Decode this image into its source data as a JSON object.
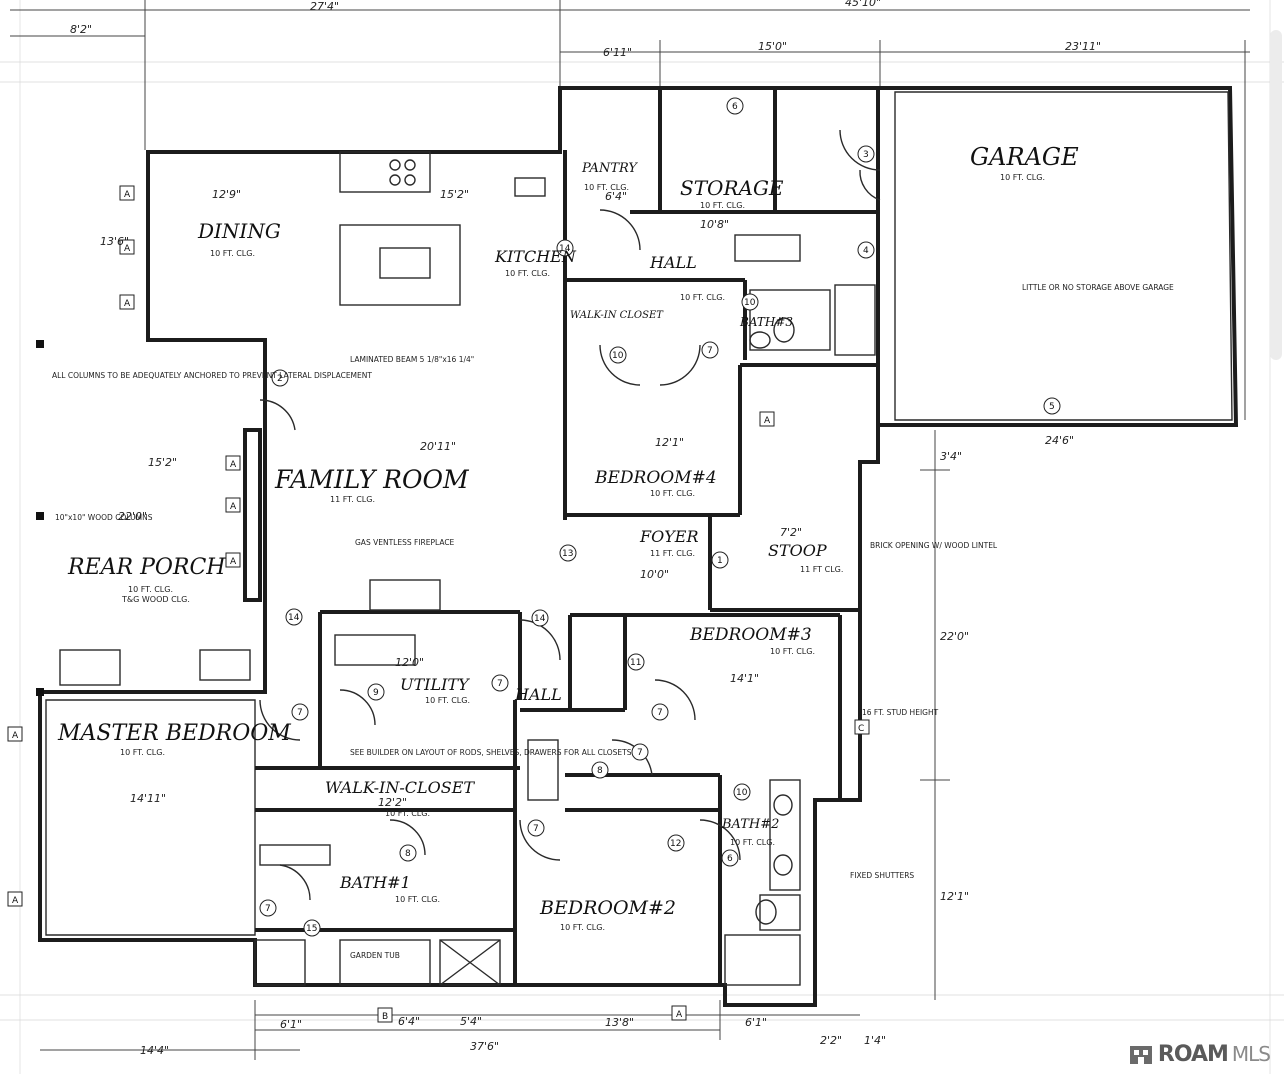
{
  "rooms": {
    "garage": {
      "name": "GARAGE",
      "clg": "10 FT. CLG."
    },
    "storage": {
      "name": "STORAGE",
      "clg": "10 FT. CLG."
    },
    "pantry": {
      "name": "PANTRY",
      "clg": "10 FT. CLG.",
      "dim": "6'4\""
    },
    "dining": {
      "name": "DINING",
      "clg": "10 FT. CLG.",
      "dim": "12'9\""
    },
    "kitchen": {
      "name": "KITCHEN",
      "clg": "10 FT. CLG.",
      "dim": "15'2\""
    },
    "hall_top": {
      "name": "HALL",
      "clg": "10 FT. CLG.",
      "dim": "10'8\""
    },
    "walk_closet_top": {
      "name": "WALK-IN CLOSET"
    },
    "bath3": {
      "name": "BATH#3"
    },
    "bedroom4": {
      "name": "BEDROOM#4",
      "clg": "10 FT. CLG.",
      "dim": "12'1\""
    },
    "family": {
      "name": "FAMILY ROOM",
      "clg": "11 FT. CLG.",
      "dim": "20'11\""
    },
    "rear_porch": {
      "name": "REAR PORCH",
      "clg": "10 FT. CLG.",
      "clg2": "T&G WOOD CLG.",
      "dim": "15'2\""
    },
    "foyer": {
      "name": "FOYER",
      "clg": "11 FT. CLG.",
      "dim": "10'0\""
    },
    "stoop": {
      "name": "STOOP",
      "clg": "11 FT CLG.",
      "dim": "7'2\""
    },
    "bedroom3": {
      "name": "BEDROOM#3",
      "clg": "10 FT. CLG.",
      "dim": "14'1\""
    },
    "utility": {
      "name": "UTILITY",
      "clg": "10 FT. CLG.",
      "dim": "12'0\""
    },
    "hall_mid": {
      "name": "HALL"
    },
    "master": {
      "name": "MASTER BEDROOM",
      "clg": "10 FT. CLG.",
      "dim": "14'11\""
    },
    "walkin": {
      "name": "WALK-IN-CLOSET",
      "clg": "10 FT. CLG.",
      "dim": "12'2\""
    },
    "bath1": {
      "name": "BATH#1",
      "clg": "10 FT. CLG."
    },
    "bath2": {
      "name": "BATH#2",
      "clg": "10 FT. CLG."
    },
    "bedroom2": {
      "name": "BEDROOM#2",
      "clg": "10 FT. CLG.",
      "dim": "13'8\""
    }
  },
  "dimensions": {
    "top_left": "8'2\"",
    "top_a": "27'4\"",
    "top_b": "45'10\"",
    "top_c": "6'11\"",
    "top_d": "15'0\"",
    "top_e": "23'11\"",
    "garage_width": "24'6\"",
    "dining_h": "13'6\"",
    "porch_h": "22'0\"",
    "bottom_total": "37'6\"",
    "bottom_left": "14'4\"",
    "bottom_a": "6'1\"",
    "bottom_b": "6'4\"",
    "bottom_c": "5'4\"",
    "bottom_d": "13'8\"",
    "bottom_e": "6'1\"",
    "bottom_f": "2'2\"",
    "bottom_g": "1'4\"",
    "right_a": "22'0\"",
    "right_b": "12'1\"",
    "right_c": "3'4\""
  },
  "notes": {
    "columns": "ALL COLUMNS TO BE ADEQUATELY ANCHORED TO PREVENT LATERAL DISPLACEMENT",
    "garage_storage": "LITTLE OR NO STORAGE ABOVE GARAGE",
    "laminated_beam": "LAMINATED BEAM 5 1/8\"x16 1/4\"",
    "fireplace": "GAS VENTLESS FIREPLACE",
    "wood_columns": "10\"x10\" WOOD COLUMNS",
    "builder": "SEE BUILDER ON LAYOUT OF RODS, SHELVES, DRAWERS FOR ALL CLOSETS",
    "garden_tub": "GARDEN TUB",
    "stud_height": "16 FT. STUD HEIGHT",
    "brick_opening": "BRICK OPENING W/ WOOD LINTEL",
    "shutters": "FIXED SHUTTERS"
  },
  "logo": {
    "main": "ROAM",
    "sub": "MLS"
  },
  "colors": {
    "ink": "#1c1c1c",
    "paper": "#ffffff",
    "logo": "#5a5a5a"
  }
}
